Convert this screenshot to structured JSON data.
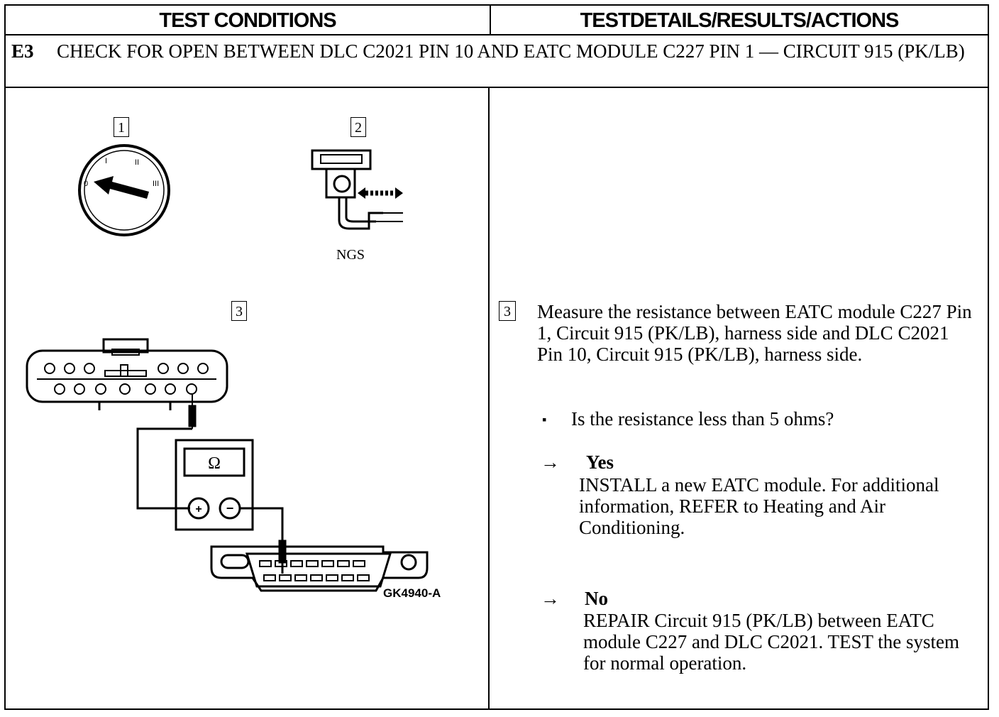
{
  "header": {
    "left": "TEST CONDITIONS",
    "right": "TESTDETAILS/RESULTS/ACTIONS"
  },
  "step": {
    "id": "E3",
    "title": "CHECK FOR OPEN BETWEEN DLC C2021 PIN 10 AND EATC MODULE C227 PIN 1 — CIRCUIT 915 (PK/LB)"
  },
  "figures": {
    "step1_num": "1",
    "step2_num": "2",
    "step2_label": "NGS",
    "step3_num": "3",
    "meter_symbol": "Ω",
    "plus": "+",
    "minus": "−",
    "figure_id": "GK4940-A"
  },
  "details": {
    "step_num": "3",
    "instruction": "Measure the resistance between EATC module C227 Pin 1, Circuit 915 (PK/LB), harness side and DLC C2021 Pin 10, Circuit 915 (PK/LB), harness side.",
    "bullet": "▪",
    "question": "Is the resistance less than 5 ohms?",
    "arrow": "→",
    "yes_label": "Yes",
    "yes_action": "INSTALL a new EATC module. For additional information, REFER to Heating and Air Conditioning.",
    "no_label": "No",
    "no_action": "REPAIR Circuit 915 (PK/LB) between EATC module C227 and DLC C2021. TEST the system for normal operation."
  }
}
